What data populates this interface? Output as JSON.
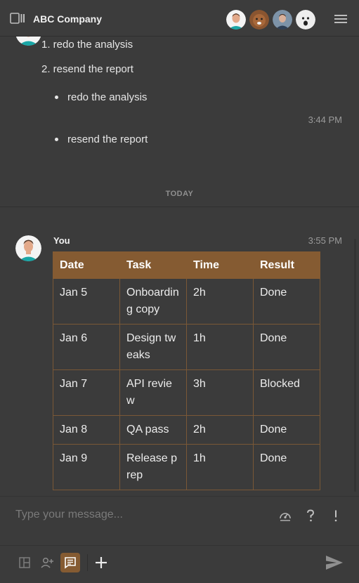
{
  "header": {
    "title": "ABC Company",
    "icons": {
      "panel": "panel-toggle-icon",
      "menu": "hamburger-menu-icon"
    }
  },
  "older_message": {
    "ordered_list": [
      "1. redo the analysis",
      "2. resend the report"
    ],
    "bullets": [
      "redo the analysis",
      "resend the report"
    ],
    "time": "3:44 PM"
  },
  "divider": {
    "label": "TODAY"
  },
  "message": {
    "sender": "You",
    "time": "3:55 PM",
    "table": {
      "headers": [
        "Date",
        "Task",
        "Time",
        "Result"
      ],
      "rows": [
        [
          "Jan 5",
          "Onboarding copy",
          "2h",
          "Done"
        ],
        [
          "Jan 6",
          "Design tweaks",
          "1h",
          "Done"
        ],
        [
          "Jan 7",
          "API review",
          "3h",
          "Blocked"
        ],
        [
          "Jan 8",
          "QA pass",
          "2h",
          "Done"
        ],
        [
          "Jan 9",
          "Release prep",
          "1h",
          "Done"
        ]
      ]
    }
  },
  "composer": {
    "placeholder": "Type your message...",
    "icons": [
      "speedometer-icon",
      "question-icon",
      "exclamation-icon"
    ]
  },
  "toolbar": {
    "icons": [
      "layout-icon",
      "add-user-icon",
      "message-icon",
      "plus-icon",
      "send-icon"
    ],
    "active": "message-icon"
  },
  "colors": {
    "accent": "#855b32",
    "background": "#3b3b3b",
    "table_border": "#7a5836",
    "muted_text": "#9a9a9a"
  }
}
